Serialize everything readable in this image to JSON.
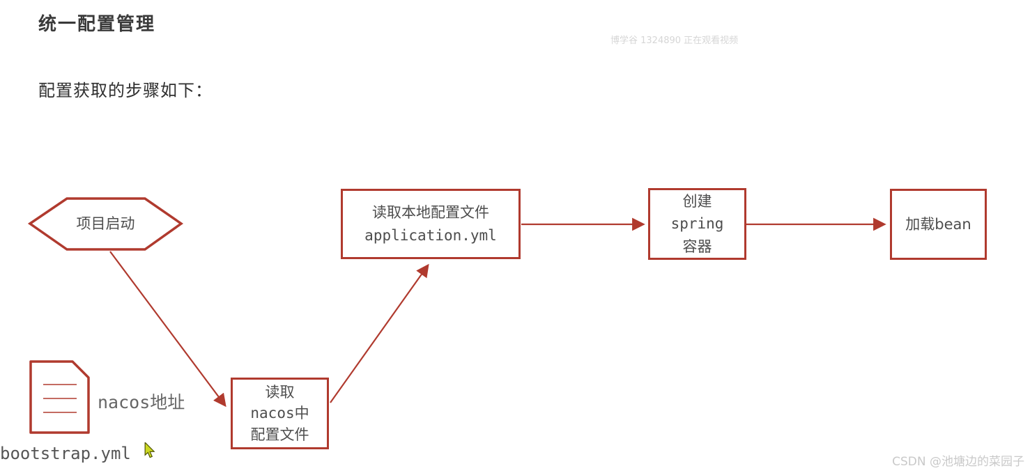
{
  "header": {
    "title": "统一配置管理",
    "subtitle": "配置获取的步骤如下："
  },
  "watermarks": {
    "top": "博学谷 1324890 正在观看视频",
    "bottom": "CSDN @池塘边的菜园子"
  },
  "flowchart": {
    "start": {
      "shape": "hexagon",
      "label": "项目启动"
    },
    "read_local": {
      "shape": "rect",
      "lines": [
        "读取本地配置文件",
        "application.yml"
      ]
    },
    "create_spring": {
      "shape": "rect",
      "lines": [
        "创建",
        "spring",
        "容器"
      ]
    },
    "load_bean": {
      "shape": "rect",
      "label": "加载bean"
    },
    "read_nacos": {
      "shape": "rect",
      "lines": [
        "读取",
        "nacos中",
        "配置文件"
      ]
    },
    "edges": [
      {
        "from": "start",
        "to": "read_nacos"
      },
      {
        "from": "read_nacos",
        "to": "read_local"
      },
      {
        "from": "read_local",
        "to": "create_spring"
      },
      {
        "from": "create_spring",
        "to": "load_bean"
      }
    ]
  },
  "annotations": {
    "doc_icon": "document-icon",
    "doc_label": "nacos地址",
    "file_label": "bootstrap.yml"
  },
  "colors": {
    "accent": "#b03a2e",
    "text": "#4d4d4d",
    "watermark": "#d0d0d0",
    "cursor_fill": "#ccd822"
  }
}
